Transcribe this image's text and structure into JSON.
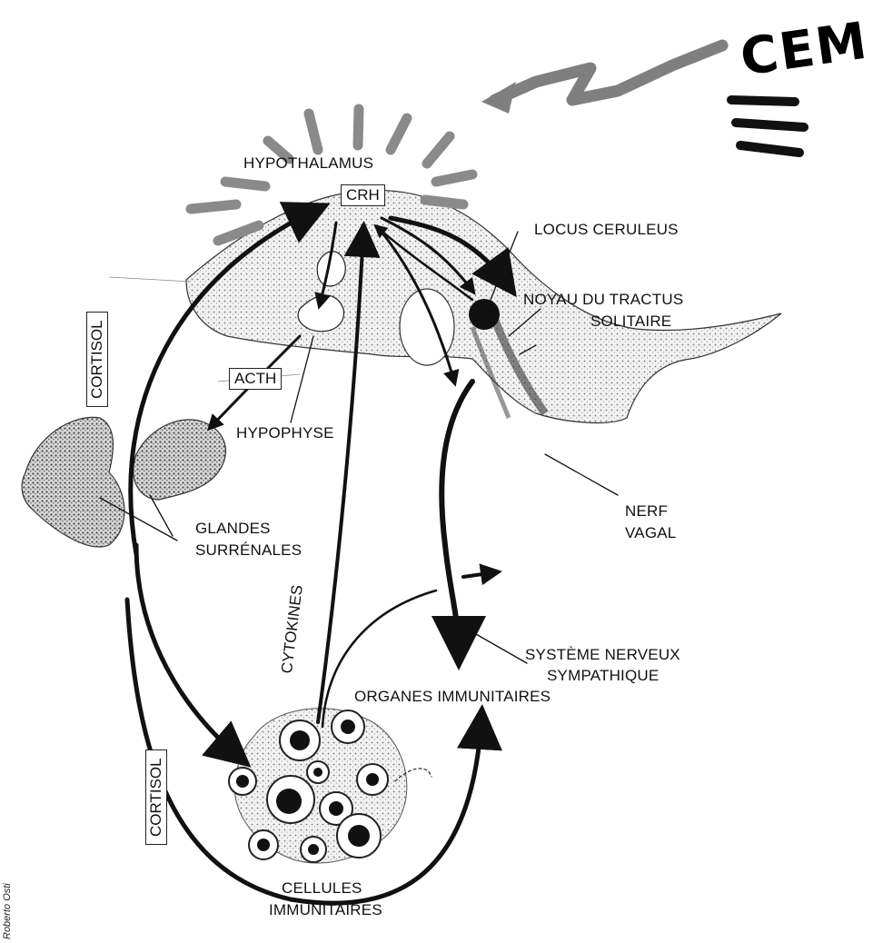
{
  "labels": {
    "cem": "CEM",
    "hypothalamus": "HYPOTHALAMUS",
    "crh": "CRH",
    "locus_ceruleus": "LOCUS CERULEUS",
    "noyau_line1": "NOYAU DU TRACTUS",
    "noyau_line2": "SOLITAIRE",
    "cortisol_top": "CORTISOL",
    "acth": "ACTH",
    "hypophyse": "HYPOPHYSE",
    "glandes_line1": "GLANDES",
    "glandes_line2": "SURRÉNALES",
    "nerf_line1": "NERF",
    "nerf_line2": "VAGAL",
    "cytokines": "CYTOKINES",
    "systeme_line1": "SYSTÈME NERVEUX",
    "systeme_line2": "SYMPATHIQUE",
    "organes": "ORGANES IMMUNITAIRES",
    "cortisol_bottom": "CORTISOL",
    "cellules_line1": "CELLULES",
    "cellules_line2": "IMMUNITAIRES",
    "credit": "Roberto Osti"
  }
}
